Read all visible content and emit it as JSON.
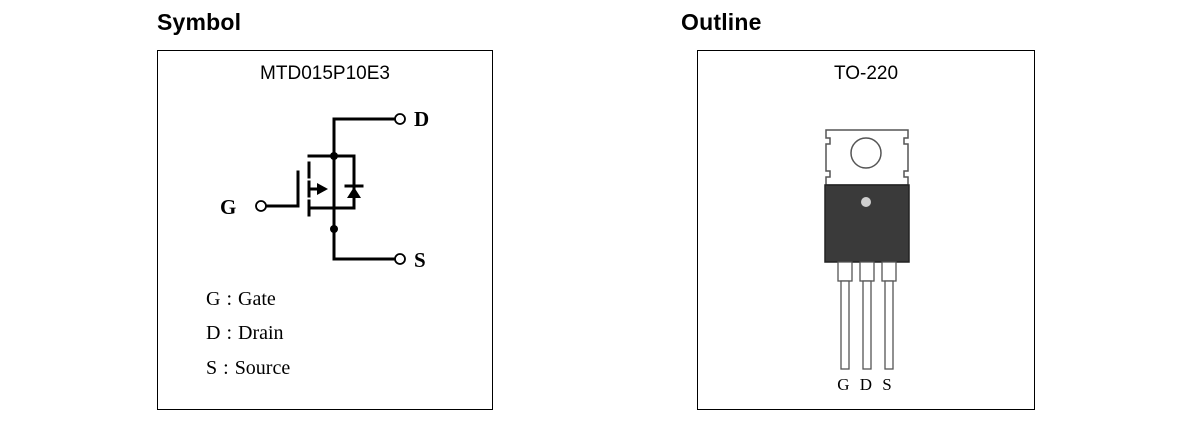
{
  "symbol": {
    "heading": "Symbol",
    "part_number": "MTD015P10E3",
    "terminals": {
      "drain": "D",
      "gate": "G",
      "source": "S"
    },
    "legend": [
      {
        "pin": "G",
        "sep": ":",
        "name": "Gate"
      },
      {
        "pin": "D",
        "sep": ":",
        "name": "Drain"
      },
      {
        "pin": "S",
        "sep": ":",
        "name": "Source"
      }
    ]
  },
  "outline": {
    "heading": "Outline",
    "package": "TO-220",
    "pin_labels": "GDS",
    "colors": {
      "body": "#3a3a3a",
      "tab": "#ffffff",
      "outline": "#555555"
    }
  }
}
